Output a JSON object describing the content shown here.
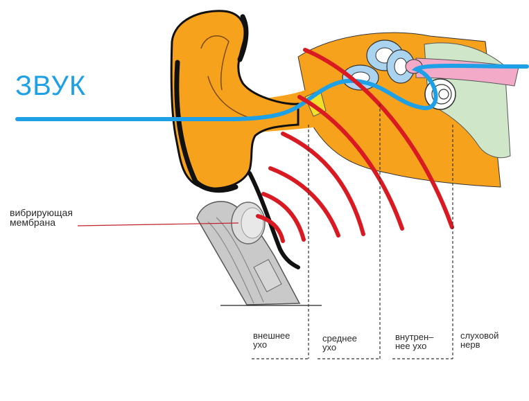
{
  "sound_label": "ЗВУК",
  "membrane_label": {
    "line1": "вибрирующая",
    "line2": "мембрана"
  },
  "regions": [
    {
      "line1": "внешнее",
      "line2": "ухо"
    },
    {
      "line1": "среднее",
      "line2": "ухо"
    },
    {
      "line1": "внутрен–",
      "line2": "нее ухо"
    },
    {
      "line1": "слуховой",
      "line2": "нерв"
    }
  ],
  "colors": {
    "sound_wave": "#1ea0e6",
    "vibration_arcs": "#d91a22",
    "ear_tissue": "#f7a21c",
    "ear_outline": "#111111",
    "cochlea_semicircular": "#a9d3ee",
    "nerve": "#f2aac8",
    "nerve_tissue": "#cfe6c8",
    "device_body": "#c9c9c9",
    "ossicle": "#f3df2a"
  }
}
